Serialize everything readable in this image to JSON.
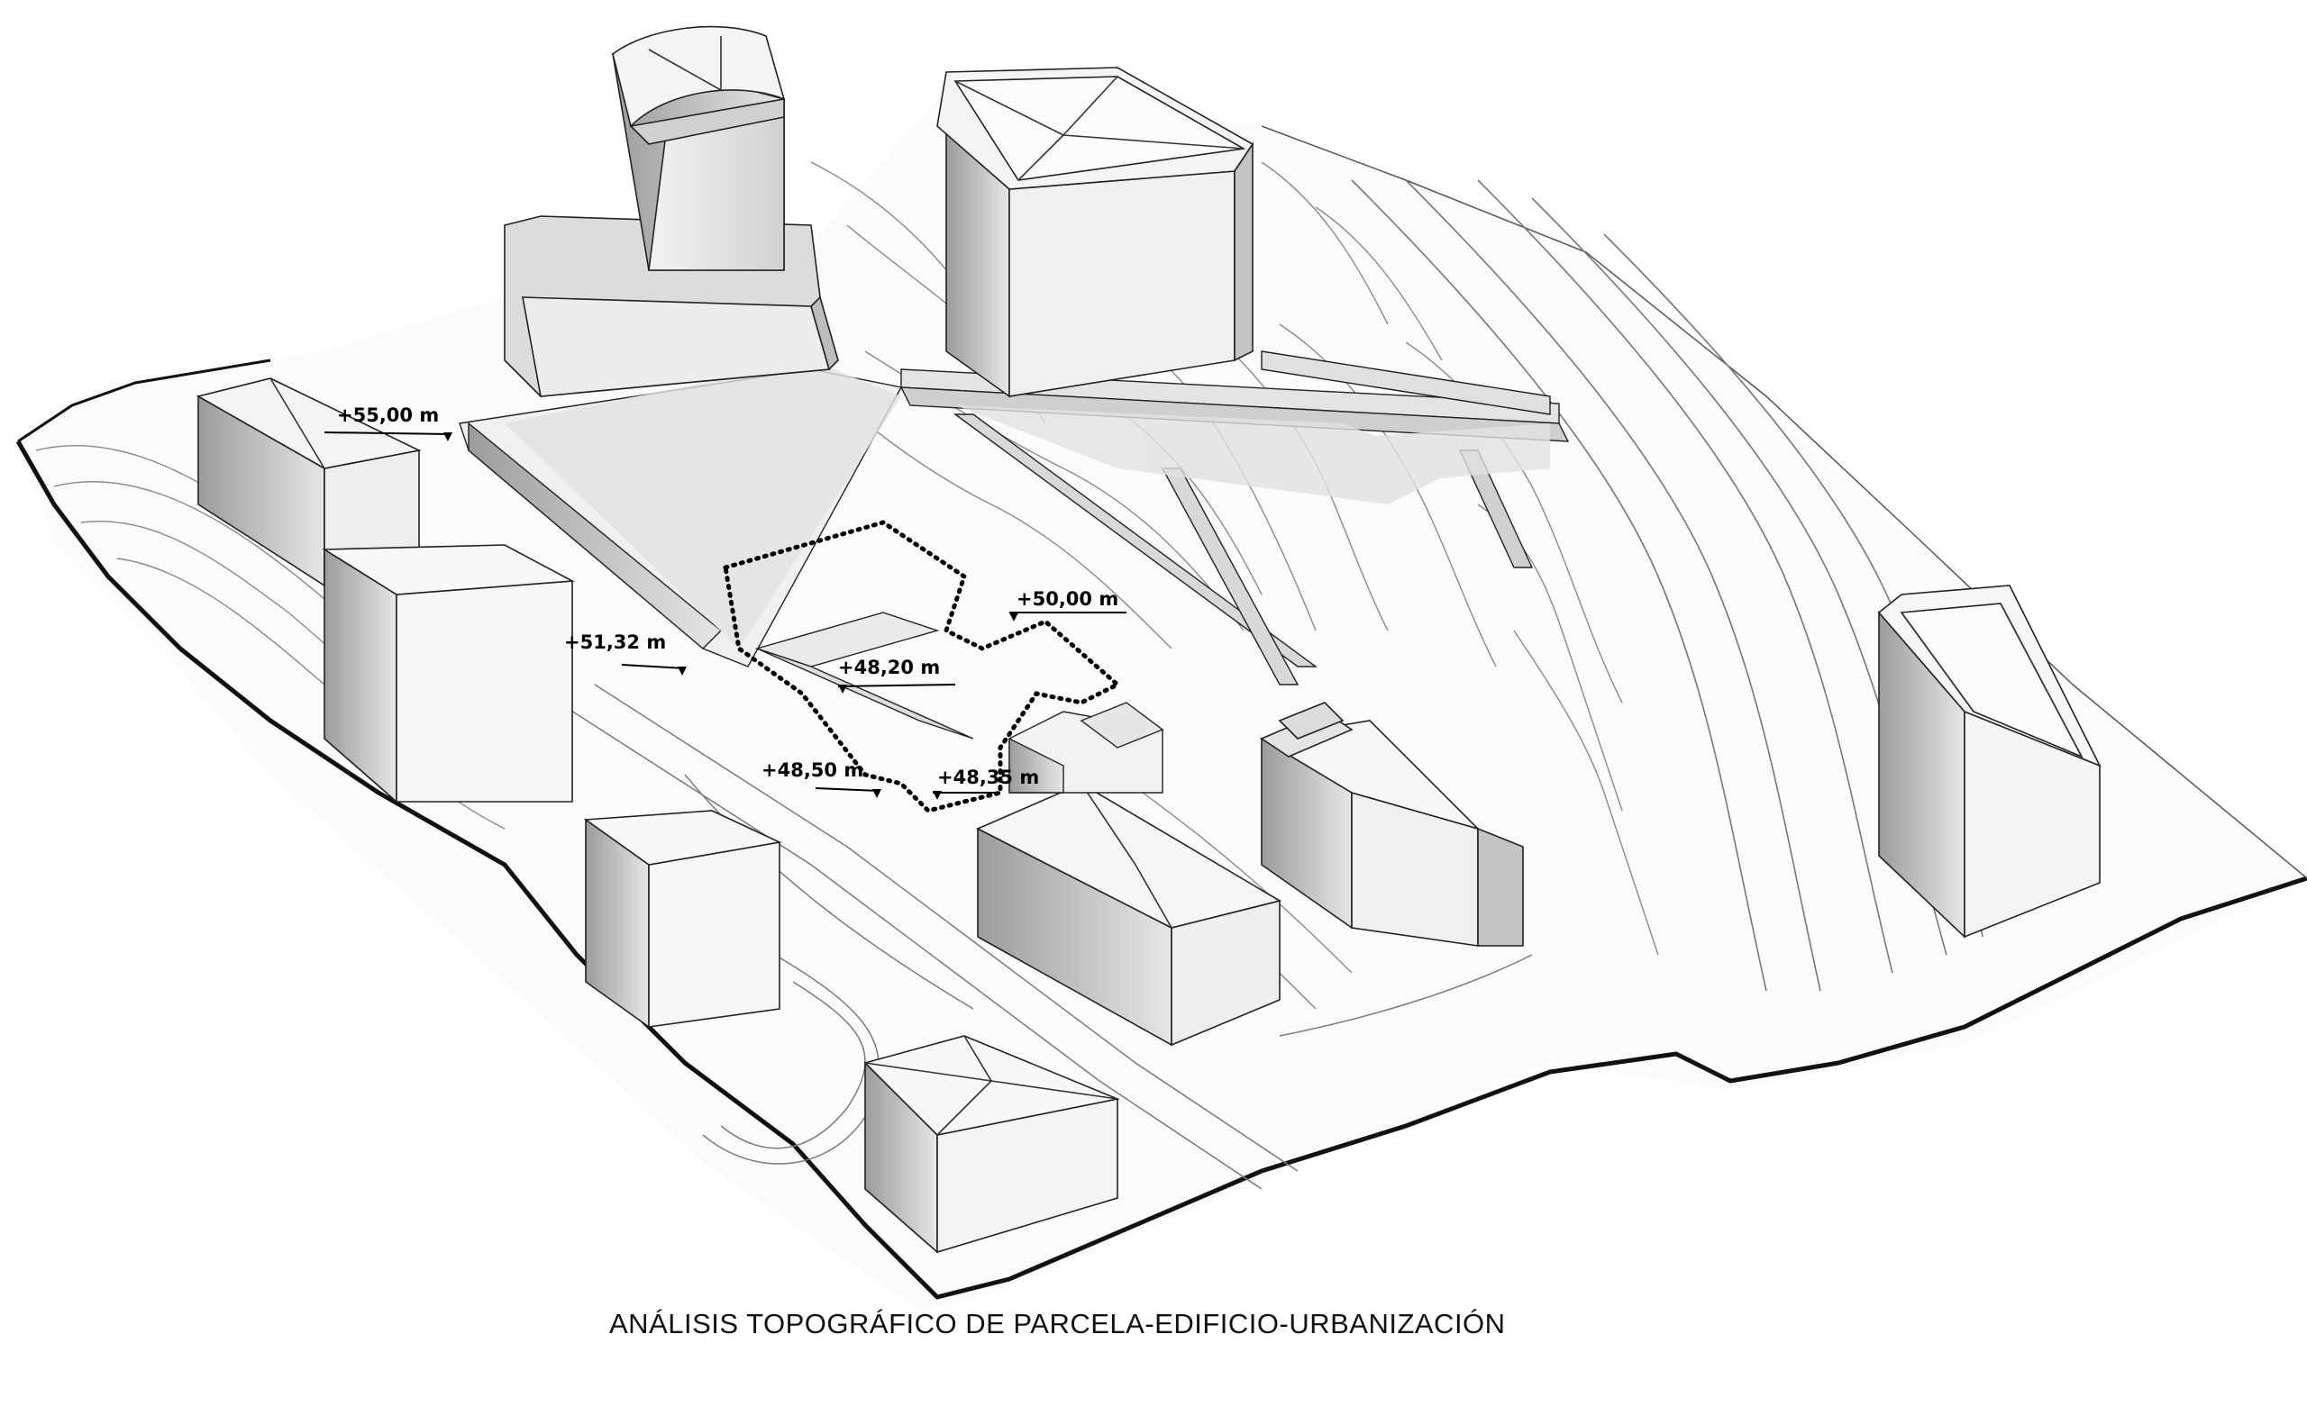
{
  "caption": "ANÁLISIS TOPOGRÁFICO DE PARCELA-EDIFICIO-URBANIZACIÓN",
  "elevations": [
    {
      "id": "e1",
      "label": "+55,00 m"
    },
    {
      "id": "e2",
      "label": "+51,32 m"
    },
    {
      "id": "e3",
      "label": "+50,00 m"
    },
    {
      "id": "e4",
      "label": "+48,20 m"
    },
    {
      "id": "e5",
      "label": "+48,50 m"
    },
    {
      "id": "e6",
      "label": "+48,35 m"
    }
  ],
  "colors": {
    "terrain": "#fbfbfb",
    "edge": "#111111",
    "line": "#8a8a8a",
    "roof": "#f4f4f4",
    "wall_light": "#ececec",
    "wall_dark": "#bdbdbd"
  }
}
